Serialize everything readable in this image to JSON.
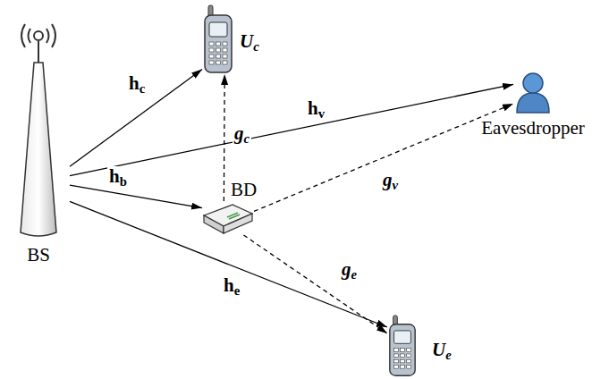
{
  "diagram": {
    "nodes": [
      {
        "text": [
          "BS"
        ]
      },
      {
        "text": [
          "Uc"
        ]
      },
      {
        "text": [
          "Eavesdropper"
        ]
      },
      {
        "text": [
          "BD"
        ]
      },
      {
        "text": [
          "Ue"
        ]
      }
    ],
    "edges": [
      {
        "from": 0,
        "to": 1,
        "arrow": "to",
        "label": "hc"
      },
      {
        "from": 0,
        "to": 2,
        "arrow": "to",
        "label": "hv"
      },
      {
        "from": 0,
        "to": 3,
        "arrow": "to",
        "label": "hb"
      },
      {
        "from": 0,
        "to": 4,
        "arrow": "to",
        "label": "he"
      },
      {
        "from": 3,
        "to": 1,
        "arrow": "to",
        "label": "gc"
      },
      {
        "from": 3,
        "to": 2,
        "arrow": "to",
        "label": "gv"
      },
      {
        "from": 3,
        "to": 4,
        "arrow": "to",
        "label": "ge"
      }
    ]
  }
}
